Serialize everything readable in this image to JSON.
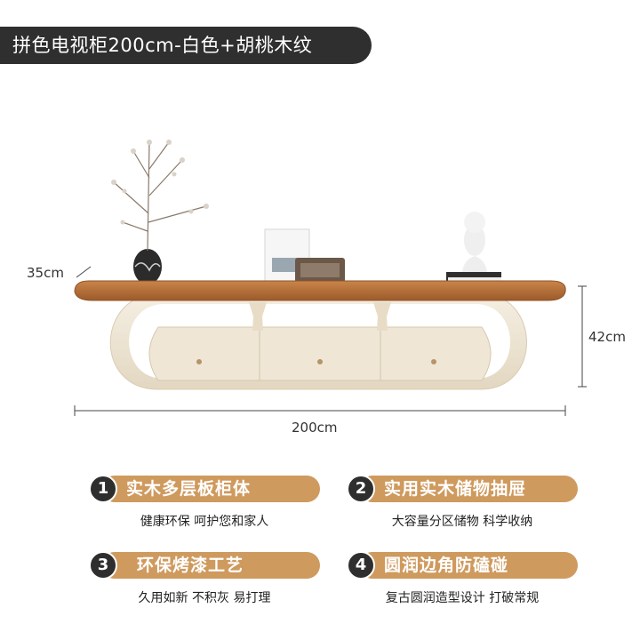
{
  "title": "拼色电视柜200cm-白色+胡桃木纹",
  "dimensions": {
    "depth": "35cm",
    "height": "42cm",
    "width": "200cm"
  },
  "features": [
    {
      "number": "1",
      "heading": "实木多层板柜体",
      "desc": "健康环保  呵护您和家人"
    },
    {
      "number": "2",
      "heading": "实用实木储物抽屉",
      "desc": "大容量分区储物  科学收纳"
    },
    {
      "number": "3",
      "heading": "环保烤漆工艺",
      "desc": "久用如新  不积灰  易打理"
    },
    {
      "number": "4",
      "heading": "圆润边角防磕碰",
      "desc": "复古圆润造型设计  打破常规"
    }
  ],
  "colors": {
    "walnut": "#b8713c",
    "cream": "#efe6d6",
    "accent": "#cf9a5e",
    "dark": "#2f2f2f"
  }
}
